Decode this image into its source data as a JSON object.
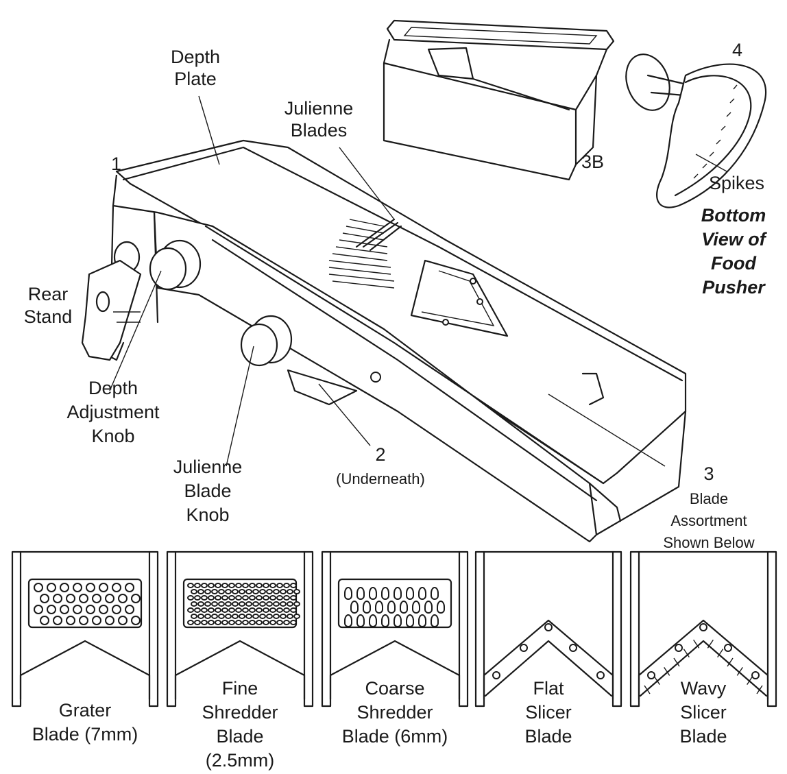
{
  "labels": {
    "depth_plate": [
      "Depth",
      "Plate"
    ],
    "julienne_blades": [
      "Julienne",
      "Blades"
    ],
    "num_1": "1",
    "num_3b": "3B",
    "num_4": "4",
    "spikes": "Spikes",
    "bottom_view": [
      "Bottom",
      "View of",
      "Food",
      "Pusher"
    ],
    "rear_stand": [
      "Rear",
      "Stand"
    ],
    "depth_adjustment_knob": [
      "Depth",
      "Adjustment",
      "Knob"
    ],
    "julienne_blade_knob": [
      "Julienne",
      "Blade",
      "Knob"
    ],
    "num_2": "2",
    "underneath": "(Underneath)",
    "num_3": "3",
    "blade_assortment": [
      "Blade",
      "Assortment",
      "Shown Below"
    ]
  },
  "blades": [
    {
      "lines": [
        "Grater",
        "Blade (7mm)"
      ],
      "pattern": "grater"
    },
    {
      "lines": [
        "Fine",
        "Shredder",
        "Blade",
        "(2.5mm)"
      ],
      "pattern": "fine"
    },
    {
      "lines": [
        "Coarse",
        "Shredder",
        "Blade (6mm)"
      ],
      "pattern": "coarse"
    },
    {
      "lines": [
        "Flat",
        "Slicer",
        "Blade"
      ],
      "pattern": "flat"
    },
    {
      "lines": [
        "Wavy",
        "Slicer",
        "Blade"
      ],
      "pattern": "wavy"
    }
  ]
}
